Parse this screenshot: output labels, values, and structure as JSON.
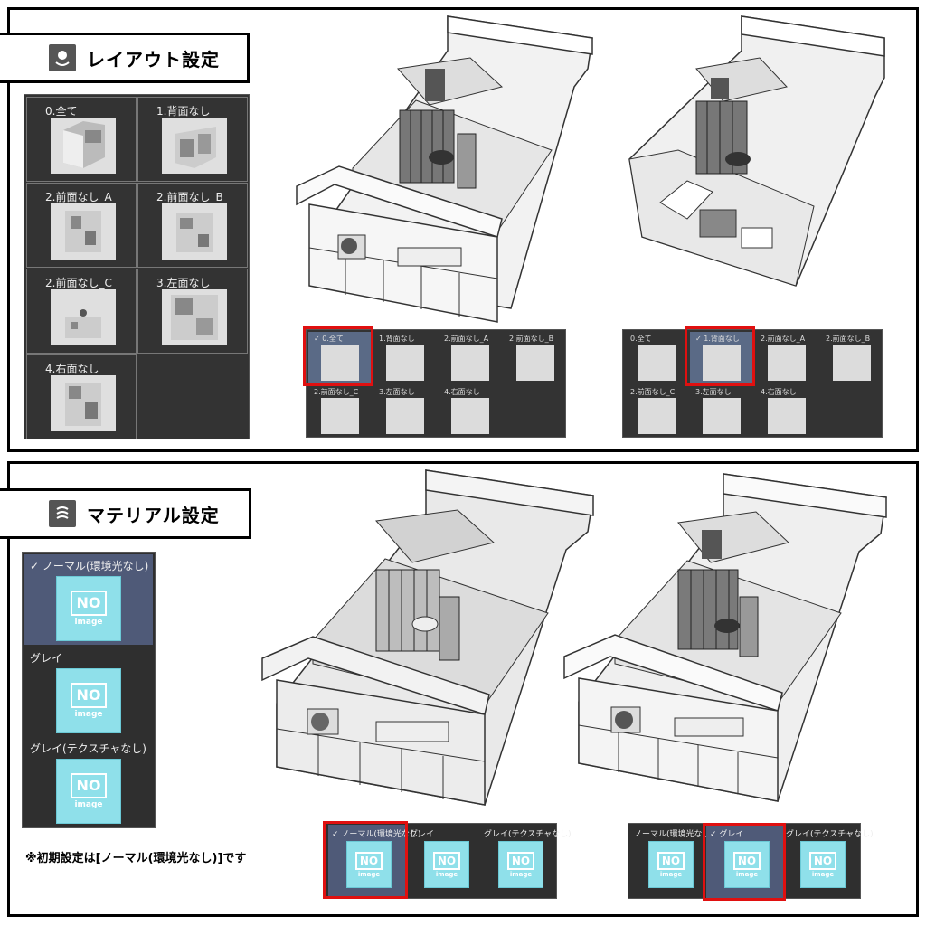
{
  "layout_section": {
    "title": "レイアウト設定",
    "icon": "layout-icon",
    "panel_items": [
      "0.全て",
      "1.背面なし",
      "2.前面なし_A",
      "2.前面なし_B",
      "2.前面なし_C",
      "3.左面なし",
      "4.右面なし"
    ],
    "selector_left": {
      "items": [
        "0.全て",
        "1.背面なし",
        "2.前面なし_A",
        "2.前面なし_B",
        "2.前面なし_C",
        "3.左面なし",
        "4.右面なし"
      ],
      "selected": "0.全て"
    },
    "selector_right": {
      "items": [
        "0.全て",
        "1.背面なし",
        "2.前面なし_A",
        "2.前面なし_B",
        "2.前面なし_C",
        "3.左面なし",
        "4.右面なし"
      ],
      "selected": "1.背面なし"
    }
  },
  "material_section": {
    "title": "マテリアル設定",
    "icon": "material-icon",
    "panel_items": [
      "ノーマル(環境光なし)",
      "グレイ",
      "グレイ(テクスチャなし)"
    ],
    "panel_selected": "ノーマル(環境光なし)",
    "selector_left": {
      "items": [
        "ノーマル(環境光なし)",
        "グレイ",
        "グレイ(テクスチャなし)"
      ],
      "selected": "ノーマル(環境光なし)"
    },
    "selector_right": {
      "items": [
        "ノーマル(環境光なし)",
        "グレイ",
        "グレイ(テクスチャなし)"
      ],
      "selected": "グレイ"
    },
    "note": "※初期設定は[ノーマル(環境光なし)]です"
  },
  "no_image": {
    "no": "NO",
    "image": "image"
  },
  "checkmark": "✓",
  "colors": {
    "panel_bg": "#333333",
    "selected_bg": "#5a6a86",
    "highlight": "#e01010",
    "noimage_bg": "#8fe0ea"
  }
}
